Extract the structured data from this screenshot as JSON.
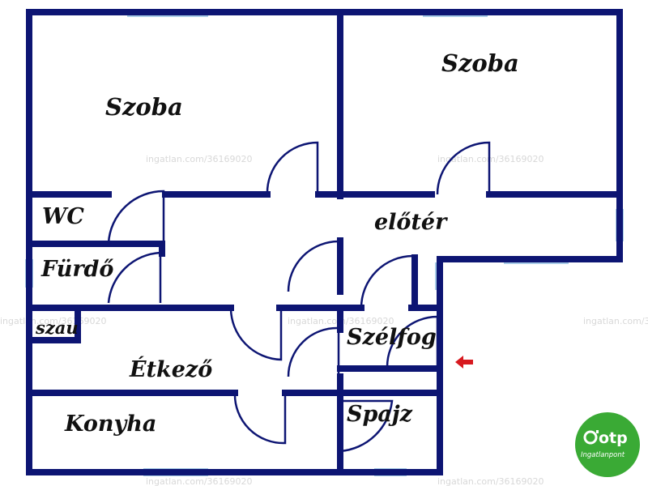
{
  "rooms": {
    "szoba_left": "Szoba",
    "szoba_right": "Szoba",
    "wc": "WC",
    "furdo": "Fürdő",
    "szau": "szau",
    "eloter": "előtér",
    "etkezo": "Étkező",
    "szelfog": "Szélfog",
    "konyha": "Konyha",
    "spajz": "Spajz"
  },
  "watermark": "ingatlan.com/36169020",
  "logo": {
    "brand": "otp",
    "subtitle": "Ingatlanpont",
    "color": "#3aaa35"
  },
  "colors": {
    "wall": "#0d1573",
    "window": "#a9cde8",
    "entrance_arrow": "#d7191f"
  },
  "entrance_arrow_icon": "left-arrow-icon"
}
